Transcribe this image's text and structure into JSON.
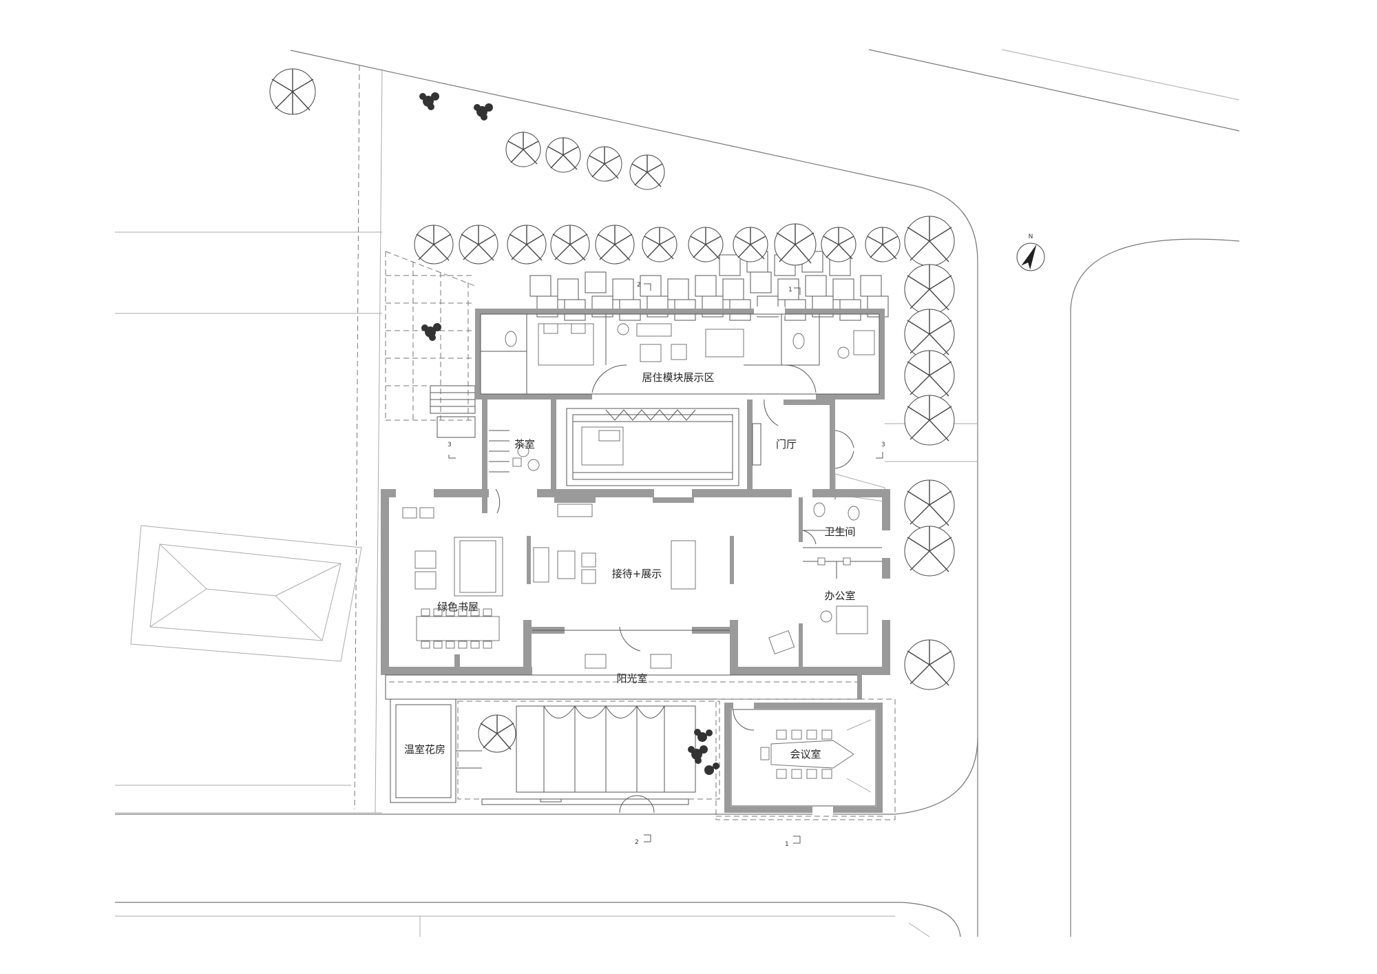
{
  "rooms": {
    "residential": "居住模块展示区",
    "tea": "茶室",
    "lobby": "门厅",
    "restroom": "卫生间",
    "reception": "接待+展示",
    "book": "绿色书屋",
    "office": "办公室",
    "sun": "阳光室",
    "greenhouse": "温室花房",
    "meeting": "会议室"
  },
  "section_marks": {
    "s1": "1",
    "s2": "2",
    "s3": "3"
  },
  "north": "N"
}
